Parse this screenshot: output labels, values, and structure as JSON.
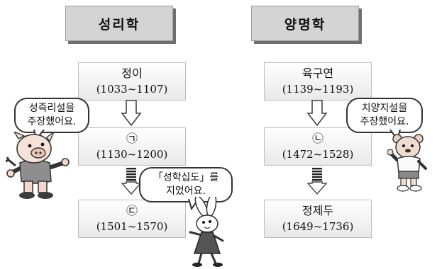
{
  "left": {
    "header": "성리학",
    "people": [
      {
        "name": "정이",
        "years": "(1033~1107)"
      },
      {
        "name": "㉠",
        "years": "(1130~1200)"
      },
      {
        "name": "㉢",
        "years": "(1501~1570)"
      }
    ]
  },
  "right": {
    "header": "양명학",
    "people": [
      {
        "name": "육구연",
        "years": "(1139~1193)"
      },
      {
        "name": "㉡",
        "years": "(1472~1528)"
      },
      {
        "name": "정제두",
        "years": "(1649~1736)"
      }
    ]
  },
  "bubbles": {
    "left": {
      "line1": "성즉리설을",
      "line2": "주장했어요."
    },
    "middle": {
      "line1": "「성학십도」를",
      "line2": "지었어요."
    },
    "right": {
      "line1": "치양지설을",
      "line2": "주장했어요."
    }
  }
}
